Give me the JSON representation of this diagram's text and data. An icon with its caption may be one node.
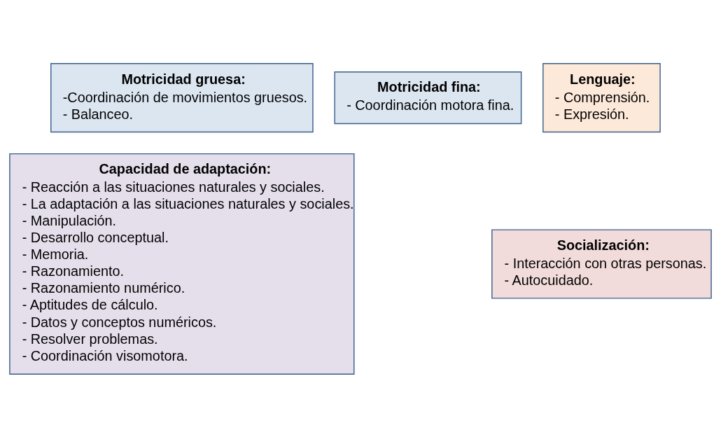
{
  "diagram": {
    "nodes": [
      {
        "text": [
          "Motricidad gruesa:",
          "-Coordinación de movimientos gruesos.",
          "- Balanceo."
        ]
      },
      {
        "text": [
          "Motricidad fina:",
          "- Coordinación motora fina."
        ]
      },
      {
        "text": [
          "Lenguaje:",
          "- Comprensión.",
          "- Expresión."
        ]
      },
      {
        "text": [
          "Capacidad de adaptación:",
          "- Reacción a las situaciones naturales y sociales.",
          "- La adaptación a las situaciones naturales y sociales.",
          "- Manipulación.",
          "- Desarrollo conceptual.",
          "- Memoria.",
          "- Razonamiento.",
          "- Razonamiento numérico.",
          "- Aptitudes de cálculo.",
          "- Datos y conceptos numéricos.",
          "- Resolver problemas.",
          "- Coordinación visomotora."
        ]
      },
      {
        "text": [
          "Socialización:",
          "- Interacción con otras personas.",
          "- Autocuidado."
        ]
      }
    ],
    "edges": []
  }
}
